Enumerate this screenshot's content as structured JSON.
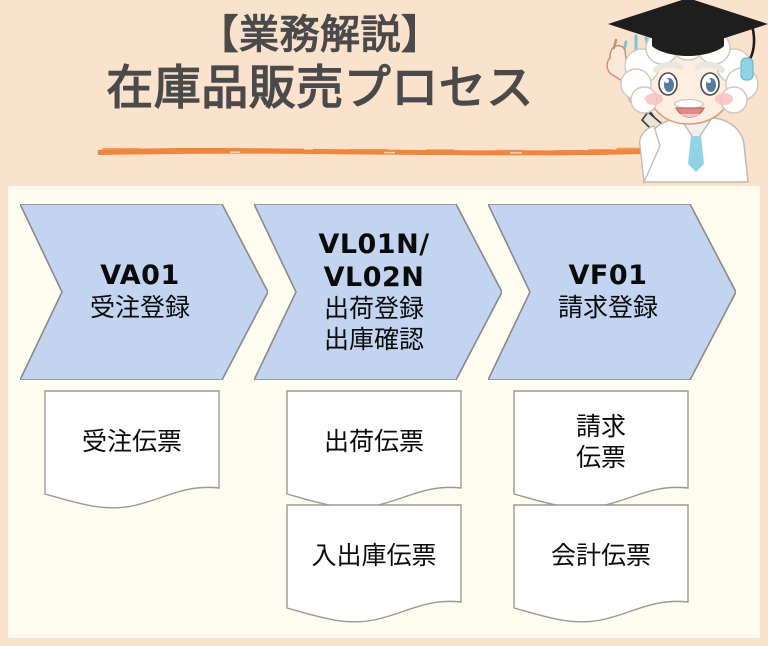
{
  "header": {
    "title_line1": "【業務解説】",
    "title_line2": "在庫品販売プロセス",
    "underline_color": "#F08030",
    "background_color": "#FAE2CC",
    "text_color": "#4A4A4A"
  },
  "character": {
    "name": "professor-character",
    "description": "graduation-cap-professor-with-pointer",
    "cap_color": "#1E1E1E",
    "hair_color": "#FFFFFF",
    "coat_color": "#FFFFFF",
    "tie_color": "#8FD3E8"
  },
  "body": {
    "background_color": "#FFFCF0"
  },
  "process": {
    "chevron_fill": "#C3D4F0",
    "chevron_stroke": "#8A8A8A",
    "steps": [
      {
        "id": "va01",
        "code": "VA01",
        "desc": "受注登録",
        "code_lines": [
          "VA01"
        ],
        "desc_lines": [
          "受注登録"
        ]
      },
      {
        "id": "vl01n-vl02n",
        "code": "VL01N/\nVL02N",
        "desc": "出荷登録\n出庫確認",
        "code_lines": [
          "VL01N/",
          "VL02N"
        ],
        "desc_lines": [
          "出荷登録",
          "出庫確認"
        ]
      },
      {
        "id": "vf01",
        "code": "VF01",
        "desc": "請求登録",
        "code_lines": [
          "VF01"
        ],
        "desc_lines": [
          "請求登録"
        ]
      }
    ]
  },
  "documents": {
    "card_fill": "#FFFFFF",
    "card_stroke": "#9A9A94",
    "items": [
      {
        "id": "sales-order-doc",
        "label": "受注伝票",
        "column": 1,
        "row": 1
      },
      {
        "id": "delivery-doc",
        "label": "出荷伝票",
        "column": 2,
        "row": 1
      },
      {
        "id": "billing-doc",
        "label": "請求\n伝票",
        "column": 3,
        "row": 1
      },
      {
        "id": "goods-movement-doc",
        "label": "入出庫伝票",
        "column": 2,
        "row": 2
      },
      {
        "id": "accounting-doc",
        "label": "会計伝票",
        "column": 3,
        "row": 2
      }
    ]
  }
}
